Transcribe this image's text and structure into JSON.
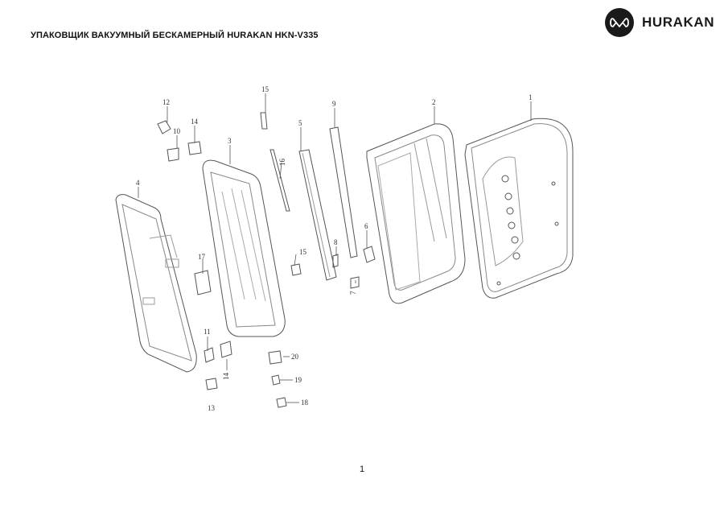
{
  "document": {
    "title": "УПАКОВЩИК ВАКУУМНЫЙ БЕСКАМЕРНЫЙ HURAKAN HKN-V335",
    "page_number": "1"
  },
  "brand": {
    "name": "HURAKAN",
    "logo_icon": "infinity-loop-icon"
  },
  "diagram": {
    "callouts": [
      "1",
      "2",
      "3",
      "4",
      "5",
      "6",
      "7",
      "8",
      "9",
      "10",
      "11",
      "12",
      "13",
      "14",
      "14",
      "15",
      "15",
      "16",
      "17",
      "18",
      "19",
      "20"
    ]
  },
  "colors": {
    "text": "#111111",
    "brand": "#1a1a1a",
    "line": "#555555"
  }
}
